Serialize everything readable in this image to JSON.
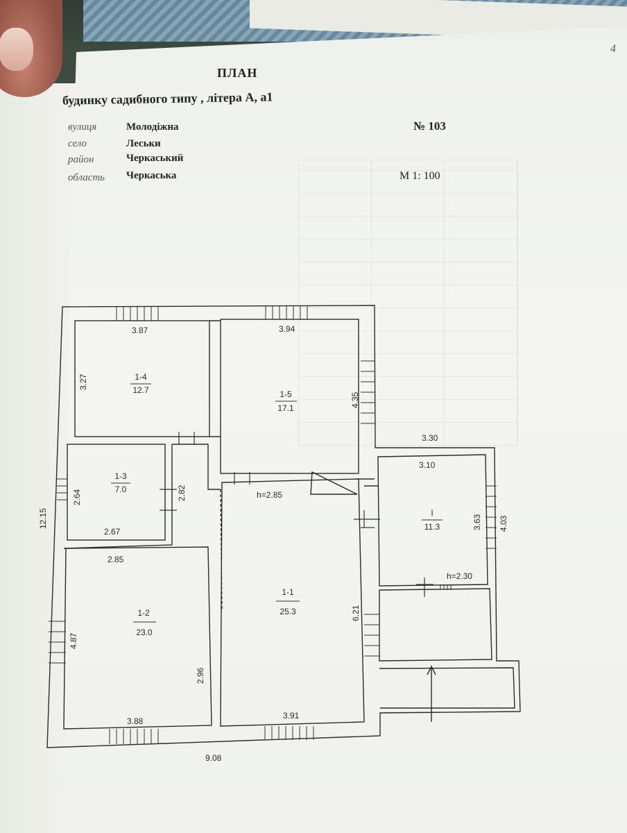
{
  "header": {
    "title": "ПЛАН",
    "subtitle": "будинку садибного типу , літера  А, а1",
    "number": "№ 103",
    "scale": "М 1: 100",
    "corner_mark": "4"
  },
  "address": [
    {
      "label": "вулиця",
      "value": "Молодіжна"
    },
    {
      "label": "село",
      "value": "Леськи"
    },
    {
      "label": "район",
      "value": "Черкаський"
    },
    {
      "label": "область",
      "value": "Черкаська"
    }
  ],
  "rooms": [
    {
      "id": "1-4",
      "area": "12.7"
    },
    {
      "id": "1-5",
      "area": "17.1"
    },
    {
      "id": "1-3",
      "area": "7.0"
    },
    {
      "id": "1-2",
      "area": "23.0"
    },
    {
      "id": "1-1",
      "area": "25.3"
    },
    {
      "id": "I",
      "area": "11.3"
    }
  ],
  "dimensions": {
    "d_3_87": "3.87",
    "d_3_94": "3.94",
    "d_3_27": "3.27",
    "d_4_35": "4.35",
    "d_3_30": "3.30",
    "d_3_10": "3.10",
    "d_2_64": "2.64",
    "d_2_82": "2.82",
    "d_2_67": "2.67",
    "d_h285": "h=2.85",
    "d_12_15": "12.15",
    "d_3_63": "3.63",
    "d_4_03": "4.03",
    "d_2_85": "2.85",
    "d_h230": "h=2.30",
    "d_4_87": "4.87",
    "d_6_21": "6.21",
    "d_2_96": "2.96",
    "d_3_88": "3.88",
    "d_3_91": "3.91",
    "d_9_08": "9.08"
  }
}
